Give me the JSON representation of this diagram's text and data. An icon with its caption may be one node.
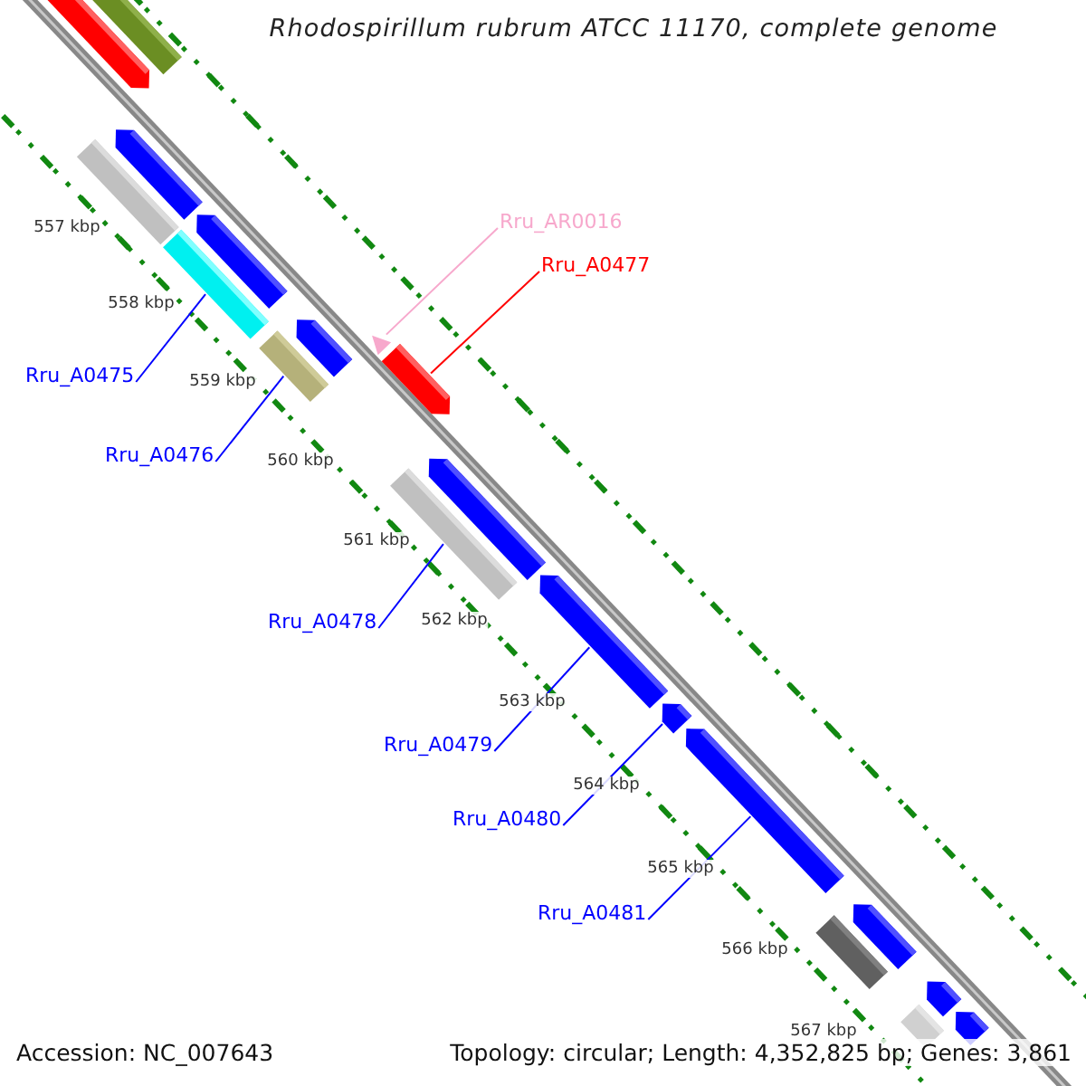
{
  "diagram": {
    "title": "Rhodospirillum rubrum ATCC 11170, complete genome",
    "nodes": [
      {
        "text": [],
        "shape": "pentagon"
      },
      {
        "text": [],
        "shape": "bar"
      },
      {
        "text": [],
        "shape": "bar"
      },
      {
        "text": [],
        "shape": "pentagon"
      },
      {
        "text": [],
        "shape": "bar"
      },
      {
        "text": [],
        "shape": "pentagon"
      },
      {
        "text": [
          "Rru_AR0016"
        ]
      },
      {
        "text": [
          "Rru_A0477"
        ]
      },
      {
        "text": [],
        "shape": "triangle"
      },
      {
        "text": [],
        "shape": "bar"
      },
      {
        "text": [],
        "shape": "pentagon"
      },
      {
        "text": [
          "Rru_A0475"
        ]
      },
      {
        "text": [],
        "shape": "pentagon"
      },
      {
        "text": [
          "Rru_A0476"
        ]
      },
      {
        "text": [],
        "shape": "bar"
      },
      {
        "text": [],
        "shape": "pentagon"
      },
      {
        "text": [
          "Rru_A0478"
        ]
      },
      {
        "text": [],
        "shape": "pentagon"
      },
      {
        "text": [
          "Rru_A0479"
        ]
      },
      {
        "text": [],
        "shape": "pentagon"
      },
      {
        "text": [
          "Rru_A0480"
        ]
      },
      {
        "text": [],
        "shape": "pentagon"
      },
      {
        "text": [
          "Rru_A0481"
        ]
      },
      {
        "text": [],
        "shape": "bar"
      },
      {
        "text": [],
        "shape": "pentagon"
      },
      {
        "text": [],
        "shape": "pentagon"
      },
      {
        "text": [],
        "shape": "pentagon"
      },
      {
        "text": [],
        "shape": "bar"
      }
    ],
    "edges": [
      {
        "from": 6,
        "to": 8,
        "arrow": "none",
        "color": "#f7a8cc"
      },
      {
        "from": 7,
        "to": 12,
        "arrow": "none",
        "color": "#ff0000"
      },
      {
        "from": 11,
        "to": 4,
        "arrow": "none"
      },
      {
        "from": 13,
        "to": 9,
        "arrow": "none"
      },
      {
        "from": 16,
        "to": 14,
        "arrow": "none"
      },
      {
        "from": 18,
        "to": 17,
        "arrow": "none"
      },
      {
        "from": 20,
        "to": 19,
        "arrow": "none"
      },
      {
        "from": 22,
        "to": 21,
        "arrow": "none"
      }
    ],
    "labels": [
      "557 kbp",
      "558 kbp",
      "559 kbp",
      "560 kbp",
      "561 kbp",
      "562 kbp",
      "563 kbp",
      "564 kbp",
      "565 kbp",
      "566 kbp",
      "567 kbp",
      "Accession: NC_007643",
      "Topology: circular; Length: 4,352,825 bp; Genes: 3,861"
    ]
  }
}
